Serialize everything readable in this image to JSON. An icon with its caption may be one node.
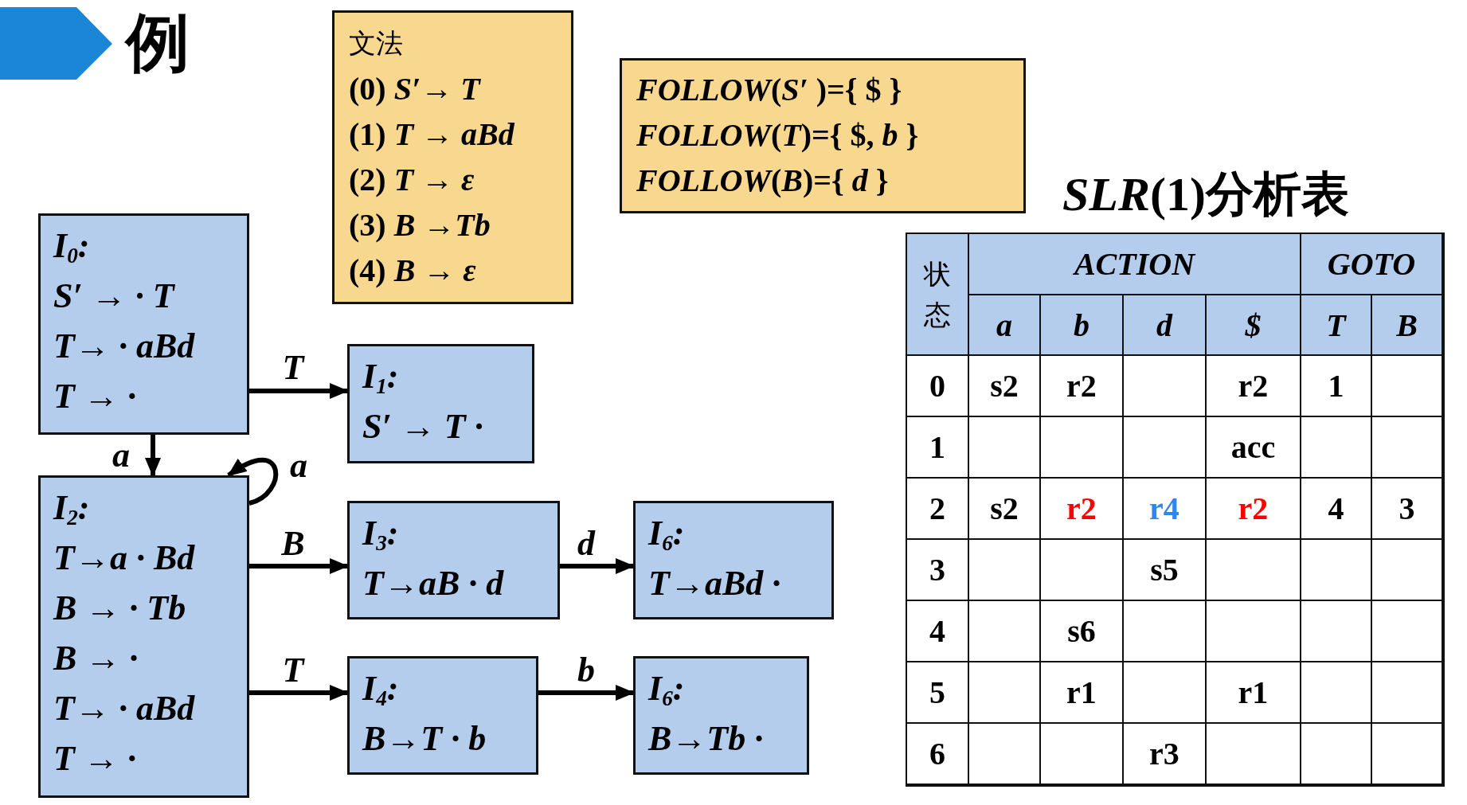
{
  "diagram": {
    "title": "例",
    "nodes": [
      {
        "text": [
          "文法",
          "(0) *S′*→ *T*",
          "(1) *T* → *aBd*",
          "(2) *T* →  *ε*",
          "(3) *B* →*Tb*",
          "(4) *B* →  *ε*"
        ]
      },
      {
        "text": [
          "*FOLLOW*(*S′* )={ $ }",
          "*FOLLOW*(*T*)={ $, *b* }",
          "*FOLLOW*(*B*)={ *d* }"
        ]
      },
      {
        "text": [
          "I$_{0}$:",
          "S′ → · T",
          "T→ · aBd",
          "T → ·"
        ]
      },
      {
        "text": [
          "I$_{1}$:",
          "S′ → T ·"
        ]
      },
      {
        "text": [
          "I$_{2}$:",
          "T→a · Bd",
          "B → · Tb",
          "B → ·",
          "T→ · aBd",
          "T → ·"
        ]
      },
      {
        "text": [
          "I$_{3}$:",
          "T→aB · d"
        ]
      },
      {
        "text": [
          "I$_{6}$:",
          "T→aBd ·"
        ]
      },
      {
        "text": [
          "I$_{4}$:",
          "B→T · b"
        ]
      },
      {
        "text": [
          "I$_{6}$:",
          "B→Tb ·"
        ]
      }
    ],
    "edges": [
      {
        "from": 2,
        "to": 3,
        "arrow": "to",
        "label": "T"
      },
      {
        "from": 2,
        "to": 4,
        "arrow": "to",
        "label": "a"
      },
      {
        "from": 4,
        "to": 4,
        "arrow": "to",
        "label": "a"
      },
      {
        "from": 4,
        "to": 5,
        "arrow": "to",
        "label": "B"
      },
      {
        "from": 5,
        "to": 6,
        "arrow": "to",
        "label": "d"
      },
      {
        "from": 4,
        "to": 7,
        "arrow": "to",
        "label": "T"
      },
      {
        "from": 7,
        "to": 8,
        "arrow": "to",
        "label": "b"
      }
    ],
    "labels": [
      "*SLR*(1)分析表",
      "状态",
      "ACTION",
      "GOTO",
      "a",
      "b",
      "d",
      "$",
      "T",
      "B",
      "0",
      "s2",
      "r2",
      "r2",
      "1",
      "1",
      "acc",
      "2",
      "s2",
      "r2",
      "r4",
      "r2",
      "4",
      "3",
      "3",
      "s5",
      "4",
      "s6",
      "5",
      "r1",
      "r1",
      "6",
      "r3"
    ]
  }
}
